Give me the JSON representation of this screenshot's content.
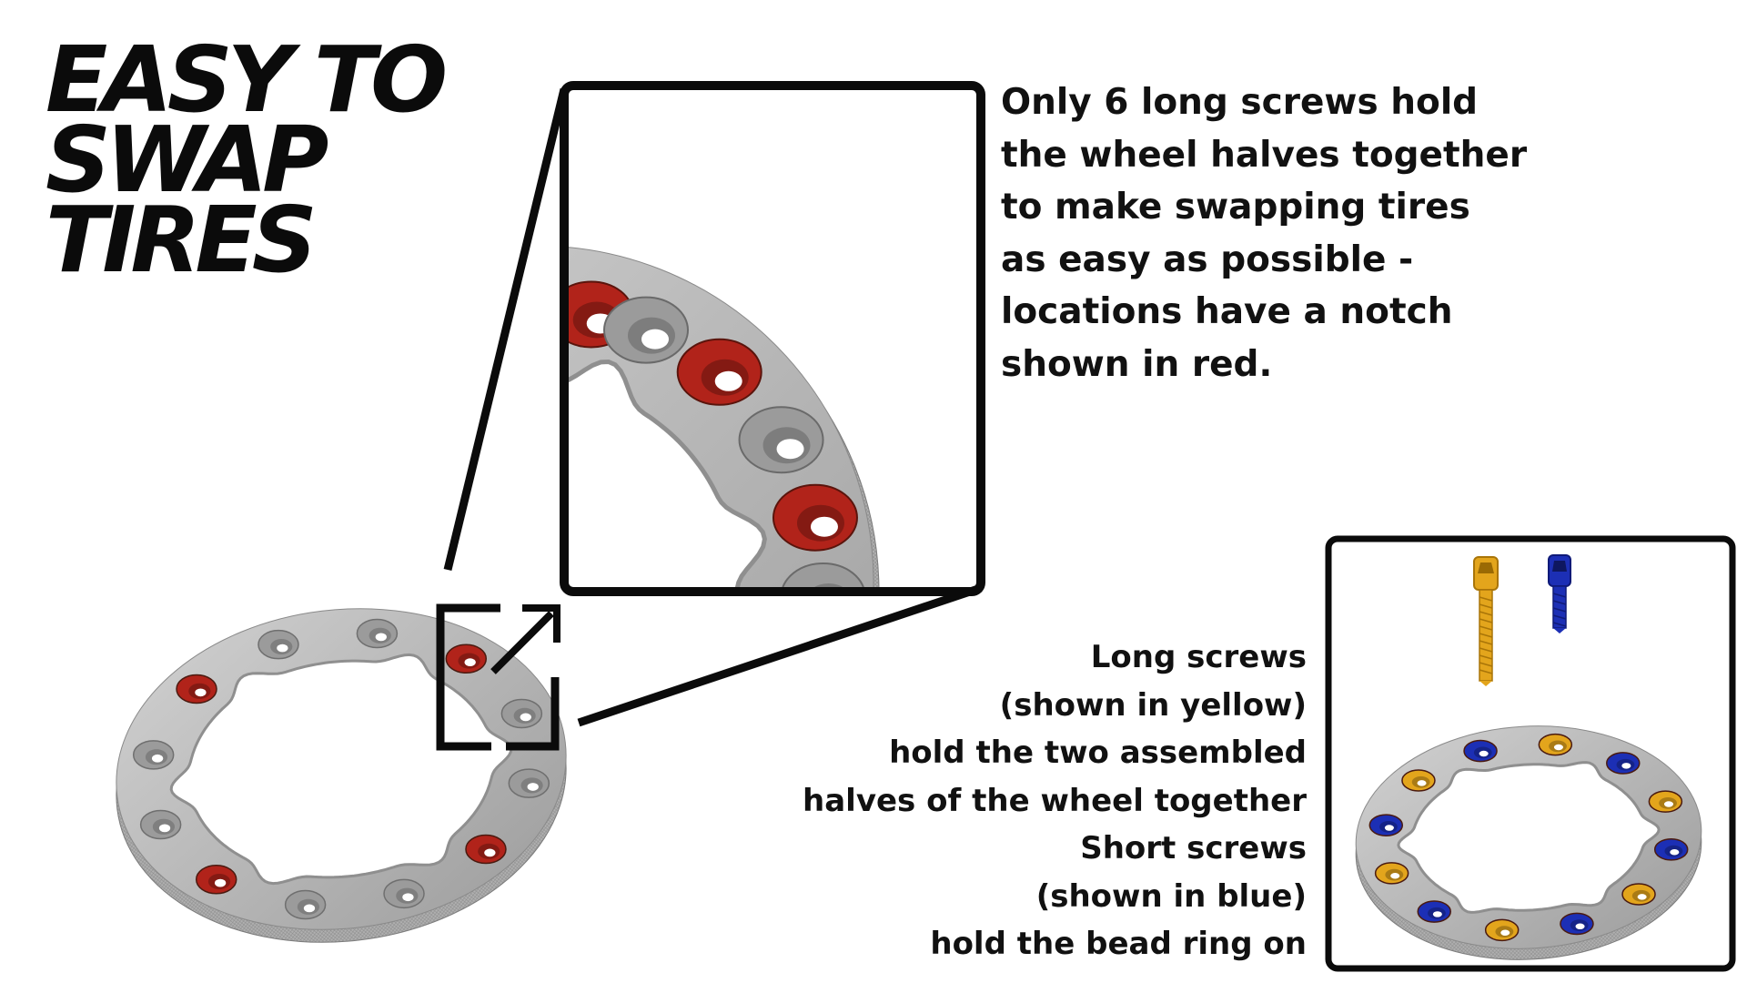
{
  "headline": {
    "lines": [
      "EASY TO",
      "SWAP",
      "TIRES"
    ]
  },
  "description": {
    "lines": [
      "Only 6 long screws hold",
      "the wheel halves together",
      "to make swapping tires",
      "as easy as possible -",
      "locations have a notch",
      "shown in red."
    ]
  },
  "legend": {
    "lines": [
      "Long screws ",
      "(shown in yellow)",
      "hold the two assembled ",
      "halves of the wheel together",
      "Short screws ",
      "(shown in blue)",
      "hold the bead ring on "
    ]
  },
  "colors": {
    "notch_red": "#b1231a",
    "long_screw_yellow": "#e3a51c",
    "short_screw_blue": "#1c2fb5",
    "ring_gray": "#a9a9a9",
    "frame_black": "#0b0b0b"
  },
  "icons": [
    "expand-arrow-icon",
    "screw-icon"
  ]
}
